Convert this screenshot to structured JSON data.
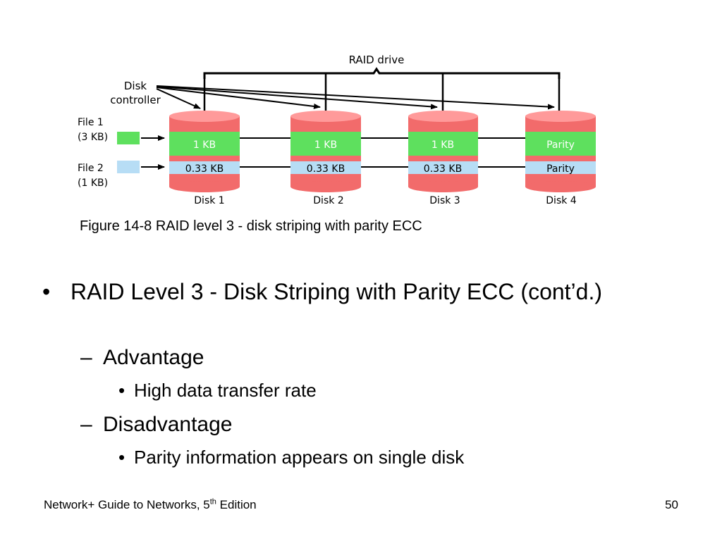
{
  "diagram": {
    "raid_label": "RAID drive",
    "controller_label_line1": "Disk",
    "controller_label_line2": "controller",
    "files": [
      {
        "name": "File 1",
        "size": "(3 KB)",
        "color": "#5ee05e"
      },
      {
        "name": "File 2",
        "size": "(1 KB)",
        "color": "#b7ddf5"
      }
    ],
    "disks": [
      {
        "label": "Disk 1",
        "stripe1": "1 KB",
        "stripe2": "0.33 KB"
      },
      {
        "label": "Disk 2",
        "stripe1": "1 KB",
        "stripe2": "0.33 KB"
      },
      {
        "label": "Disk 3",
        "stripe1": "1 KB",
        "stripe2": "0.33 KB"
      },
      {
        "label": "Disk 4",
        "stripe1": "Parity",
        "stripe2": "Parity"
      }
    ],
    "colors": {
      "disk_body": "#f26b6b",
      "disk_top": "#ff9a9a",
      "stripe_green": "#5ee05e",
      "stripe_blue": "#b7ddf5"
    }
  },
  "caption": "Figure 14-8 RAID level 3 - disk striping with parity ECC",
  "content": {
    "bullet1": "RAID Level 3 - Disk Striping with Parity ECC (cont’d.)",
    "sub1": "Advantage",
    "sub1_detail": "High data transfer rate",
    "sub2": "Disadvantage",
    "sub2_detail": "Parity information appears on single disk"
  },
  "footer": {
    "title_prefix": "Network+ Guide to Networks, 5",
    "title_sup": "th",
    "title_suffix": " Edition",
    "page_number": "50"
  }
}
